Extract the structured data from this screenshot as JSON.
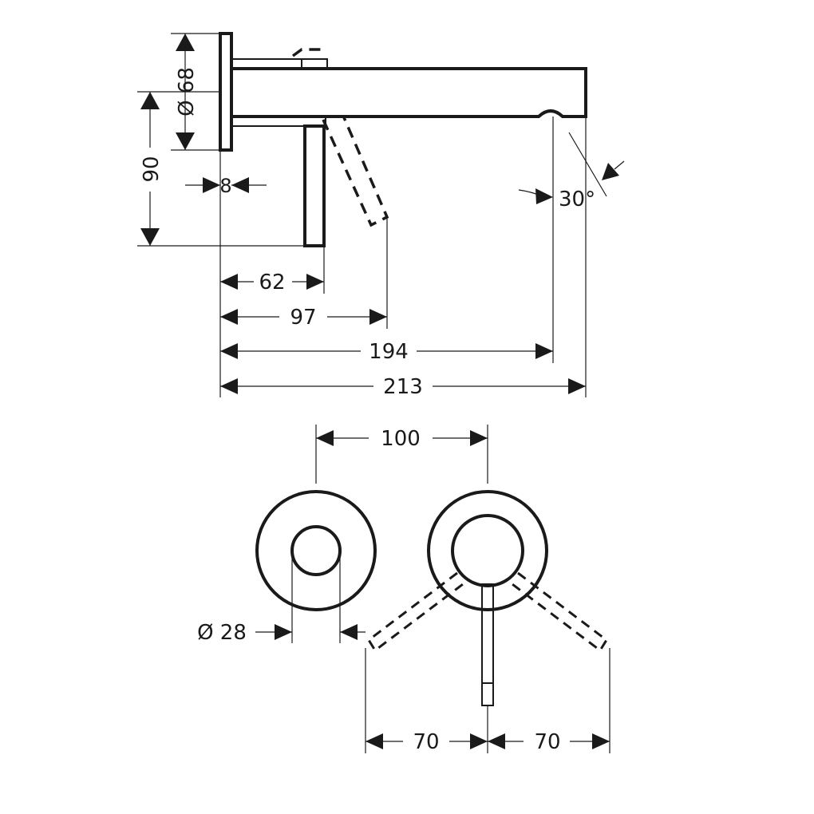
{
  "dimensions": {
    "rosette_dia": "Ø 68",
    "height": "90",
    "plate_thickness": "8",
    "lever_offset": "62",
    "lever_swing": "97",
    "spout_inner": "194",
    "spout_total": "213",
    "spout_angle": "30°",
    "rosette_spacing": "100",
    "spout_dia": "Ø 28",
    "swing_left": "70",
    "swing_right": "70"
  }
}
